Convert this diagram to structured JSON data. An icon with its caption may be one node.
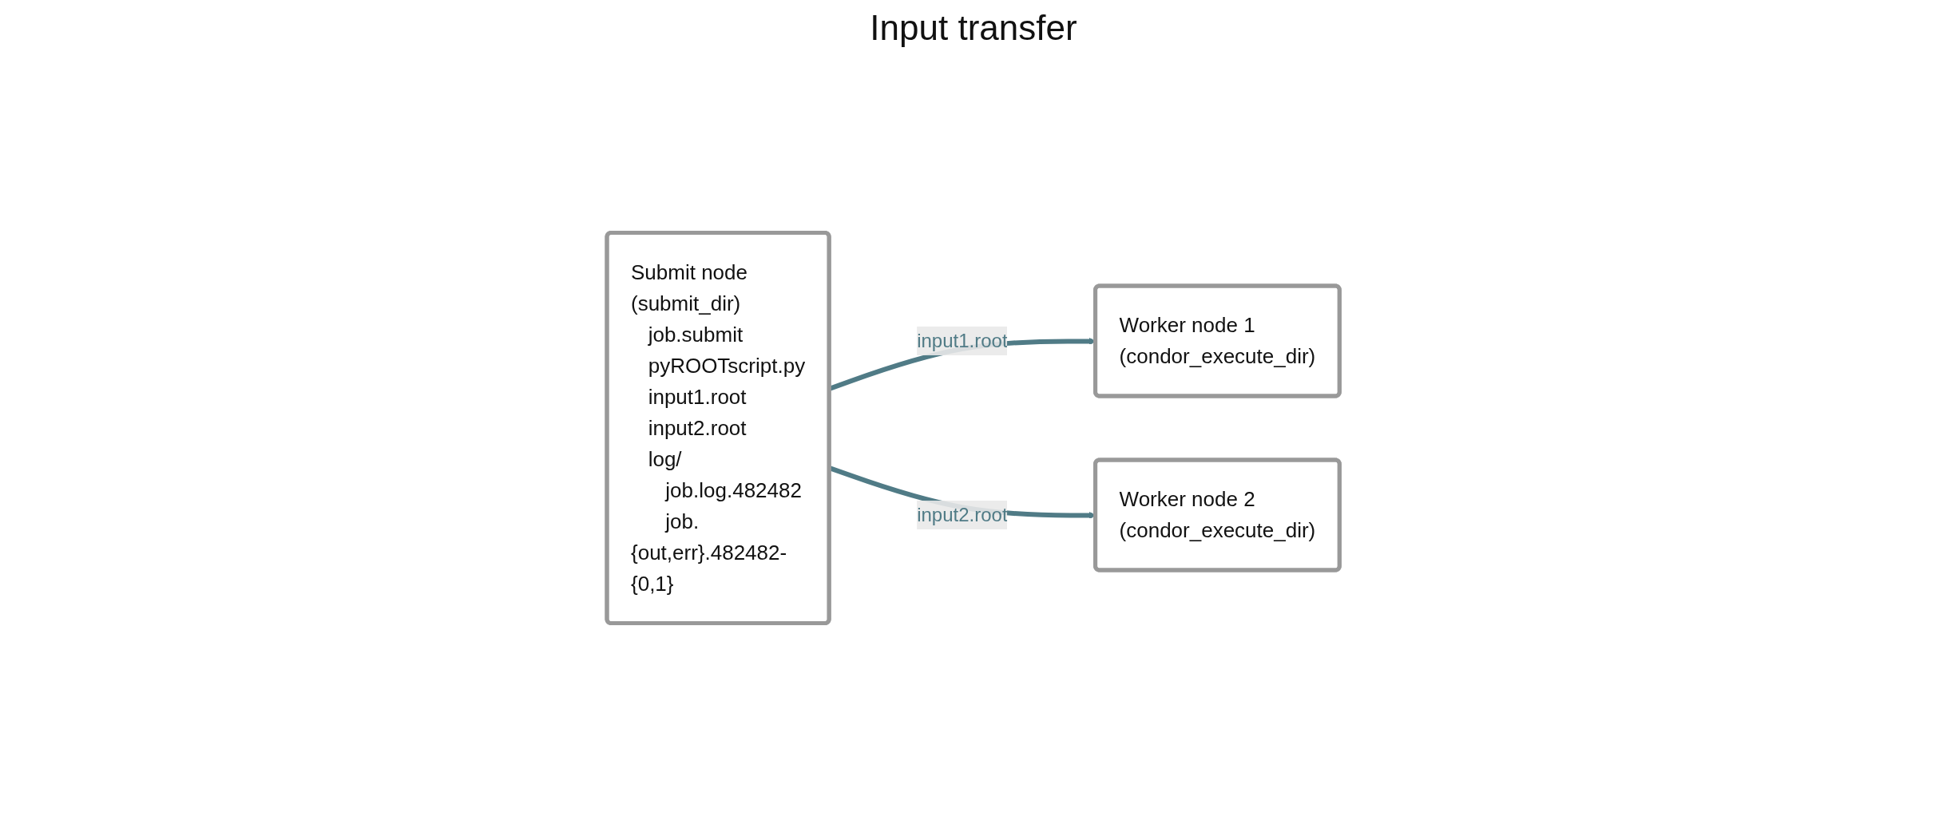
{
  "diagram": {
    "title": "Input transfer",
    "nodes": [
      {
        "text": [
          "Submit node",
          "(submit_dir)",
          "job.submit",
          "pyROOTscript.py",
          "input1.root",
          "input2.root",
          "log/",
          "job.log.482482",
          "job.{out,err}.482482-{0,1}"
        ]
      },
      {
        "text": [
          "Worker node 1",
          "(condor_execute_dir)"
        ]
      },
      {
        "text": [
          "Worker node 2",
          "(condor_execute_dir)"
        ]
      }
    ],
    "edges": [
      {
        "from": 0,
        "to": 1,
        "arrow": "to",
        "label": "input1.root"
      },
      {
        "from": 0,
        "to": 2,
        "arrow": "to",
        "label": "input2.root"
      }
    ]
  }
}
